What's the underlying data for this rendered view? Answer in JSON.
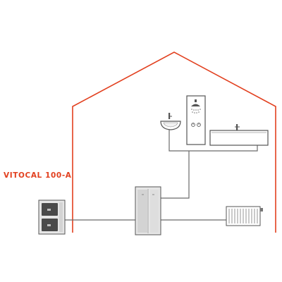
{
  "product": {
    "label": "VITOCAL 100-A"
  },
  "colors": {
    "accent": "#e2401f",
    "pipe": "#6b6b6b",
    "outline": "#555555",
    "unit_fill": "#e6e6e6",
    "panel_dark": "#4a4a4a"
  },
  "components": [
    {
      "name": "outdoor-heat-pump",
      "icon": "heat-pump-icon"
    },
    {
      "name": "indoor-storage-tank",
      "icon": "storage-tank-icon"
    },
    {
      "name": "shower",
      "icon": "shower-icon"
    },
    {
      "name": "washbasin",
      "icon": "washbasin-icon"
    },
    {
      "name": "bathtub",
      "icon": "bathtub-icon"
    },
    {
      "name": "radiator",
      "icon": "radiator-icon"
    }
  ]
}
